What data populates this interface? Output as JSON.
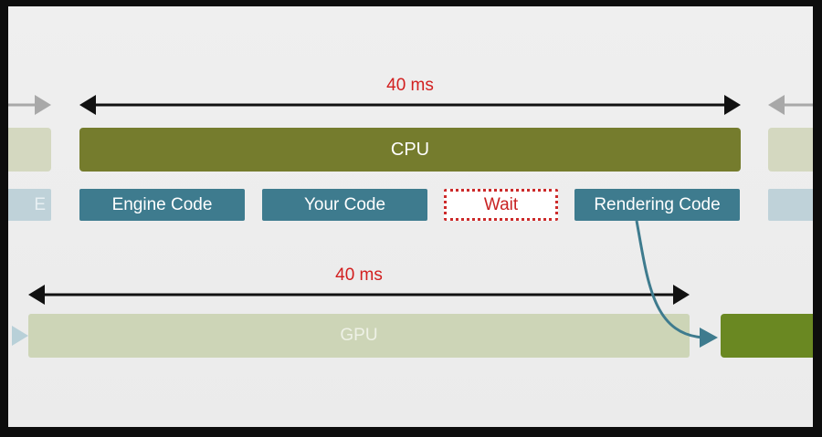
{
  "cpu": {
    "duration_label": "40 ms",
    "bar_label": "CPU",
    "segments": {
      "engine": "Engine Code",
      "your": "Your Code",
      "wait": "Wait",
      "rendering": "Rendering Code"
    },
    "ghost_left_label": "E"
  },
  "gpu": {
    "duration_label": "40 ms",
    "bar_label": "GPU"
  },
  "colors": {
    "cpu_bar": "#757c2d",
    "code_segment": "#3e7b8e",
    "wait_border": "#cc2a2a",
    "duration_text": "#d21f1f",
    "gpu_bar": "#cdd5b7",
    "gpu_next": "#6a8822"
  }
}
